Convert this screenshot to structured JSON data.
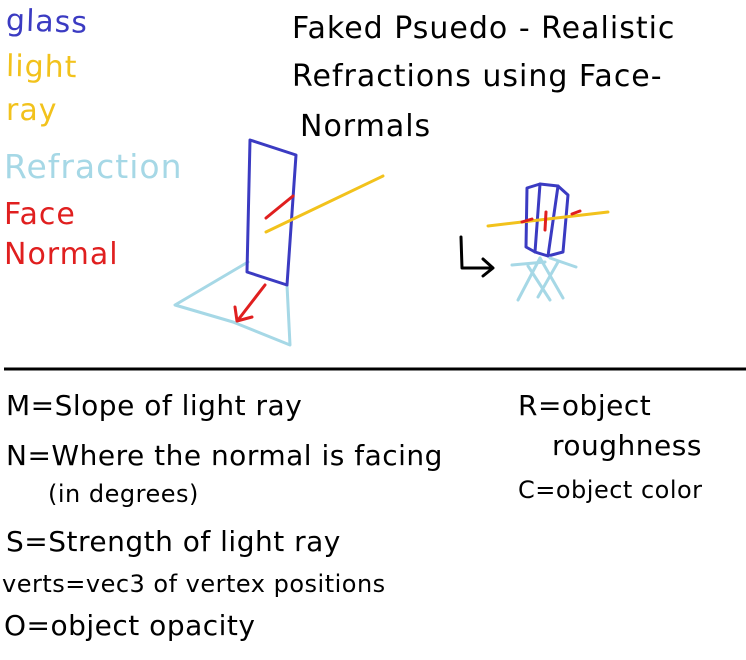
{
  "legend": {
    "items": [
      {
        "id": "glass",
        "label": "glass",
        "color": "#3b3bc2"
      },
      {
        "id": "light",
        "label": "light",
        "color": "#f2c21c"
      },
      {
        "id": "ray",
        "label": "ray",
        "color": "#f2c21c"
      },
      {
        "id": "refraction",
        "label": "Refraction",
        "color": "#a6d8e6"
      },
      {
        "id": "face",
        "label": "Face",
        "color": "#e01f1f"
      },
      {
        "id": "normal",
        "label": "Normal",
        "color": "#e01f1f"
      }
    ]
  },
  "title": {
    "line1": "Faked Psuedo - Realistic",
    "line2": "Refractions using Face-",
    "line3": "Normals"
  },
  "variables": {
    "m": "M=Slope of light ray",
    "n": "N=Where the normal is facing",
    "n_note": "(in degrees)",
    "s": "S=Strength of light ray",
    "verts": "verts=vec3 of vertex positions",
    "o": "O=object opacity",
    "r_line1": "R=object",
    "r_line2": "roughness",
    "c": "C=object color"
  },
  "colors": {
    "glass": "#3b3bc2",
    "light": "#f2c21c",
    "refraction": "#a6d8e6",
    "normal": "#e01f1f",
    "ink": "#000000"
  }
}
